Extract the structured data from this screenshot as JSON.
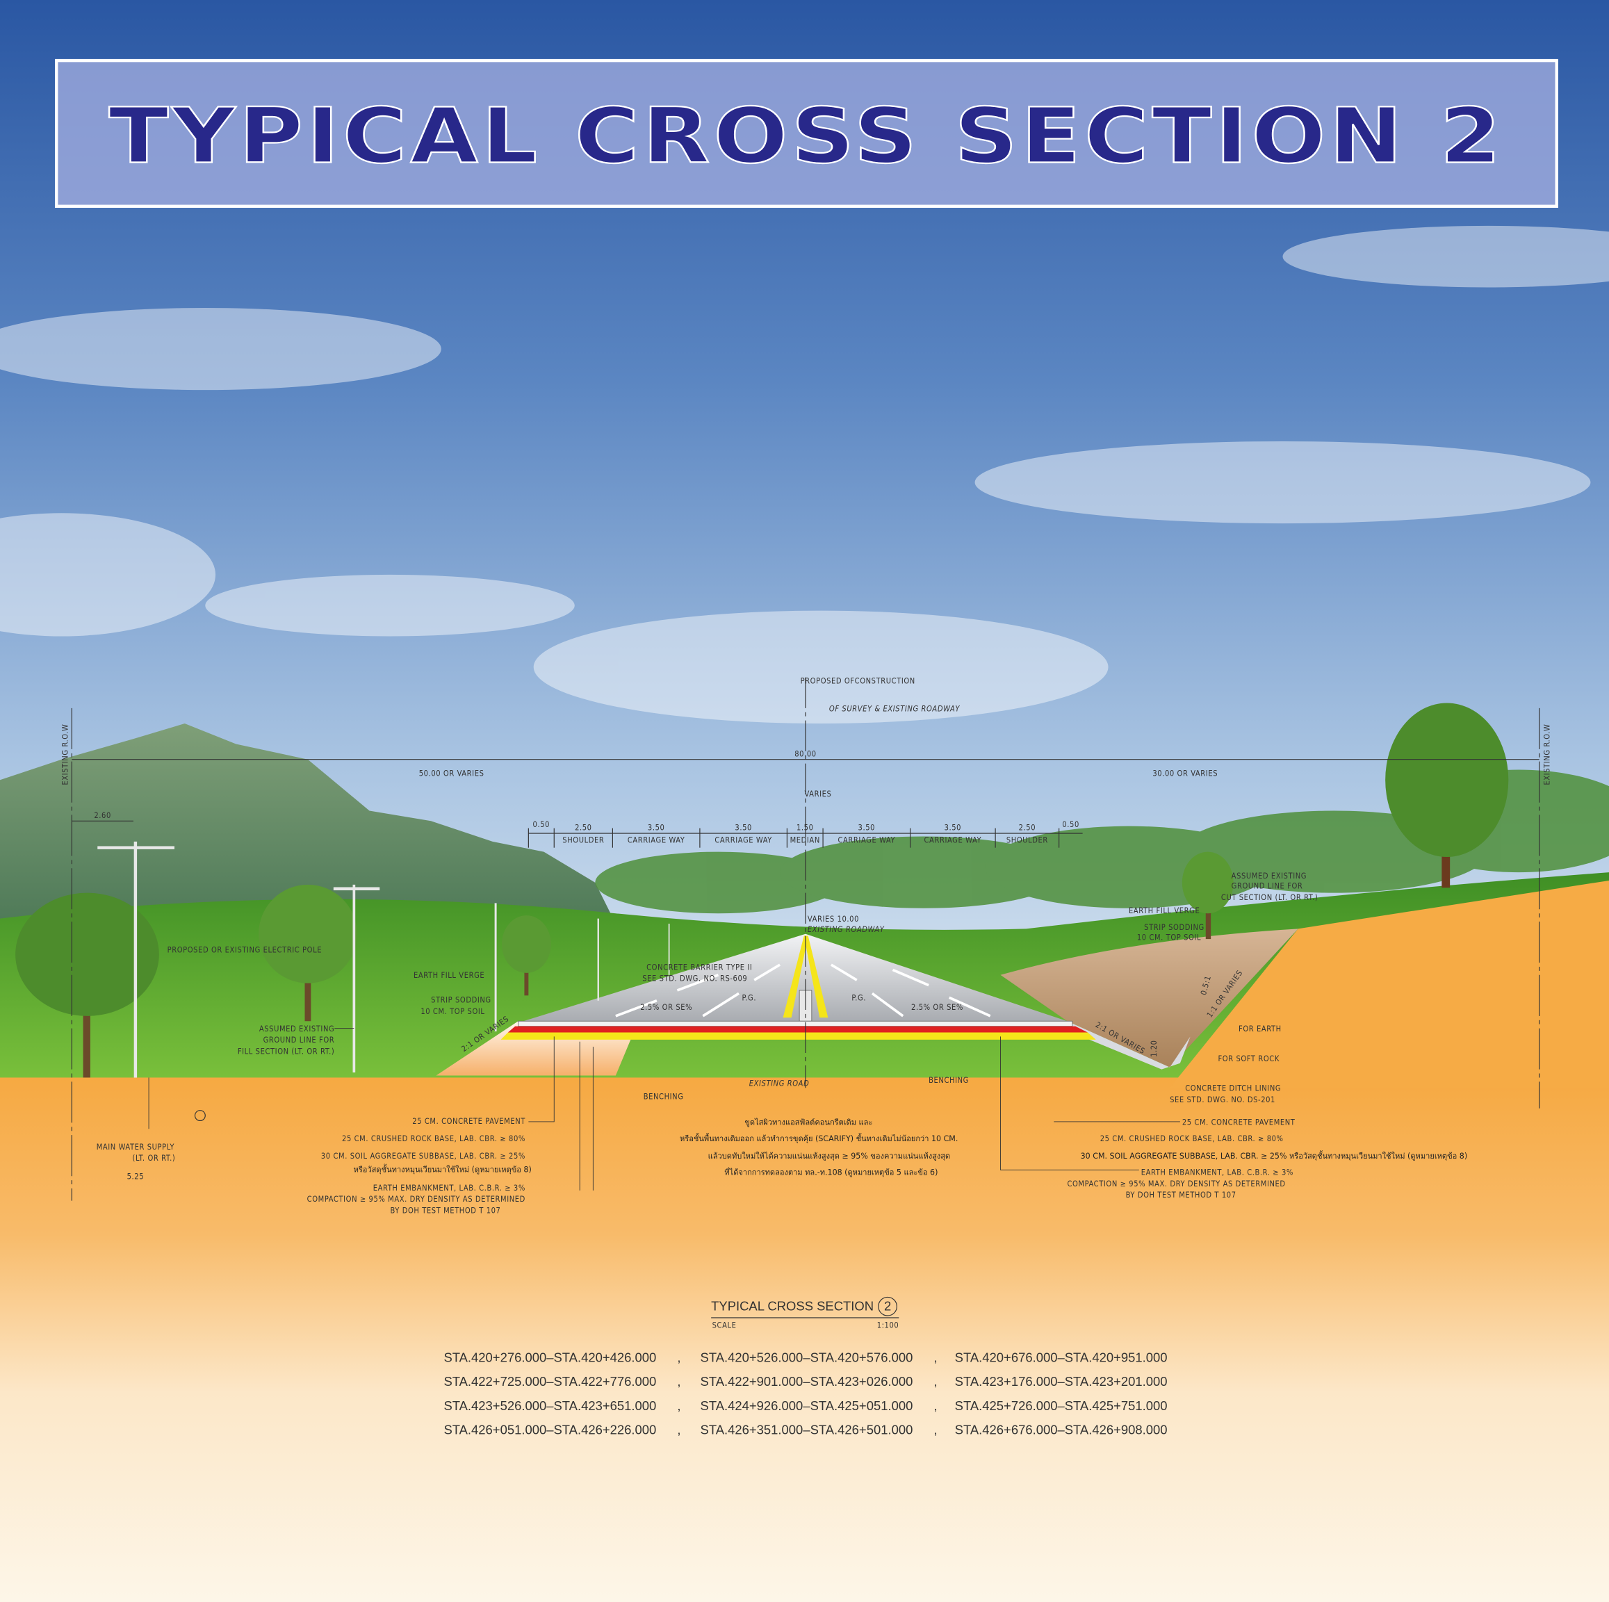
{
  "title": "TYPICAL CROSS SECTION 2",
  "colors": {
    "sky_top": "#2d5ca6",
    "sky_bottom": "#d6e4f0",
    "title_text": "#28288a",
    "ground": "#f6ab45",
    "cream": "#fdf6e8",
    "grass": "#4a9a2a",
    "asphalt": "#b9bcc0",
    "red_layer": "#e02020",
    "yellow_layer": "#f5e51a",
    "cut_soil": "#b8916a"
  },
  "centerline": {
    "proposed": "PROPOSED OFCONSTRUCTION",
    "survey": "OF SURVEY & EXISTING ROADWAY",
    "total_width": "80.00",
    "varies": "VARIES",
    "varies_existing": "VARIES 10.00",
    "existing_roadway": "EXISTING ROADWAY"
  },
  "row": {
    "left_label": "EXISTING R.O.W",
    "right_label": "EXISTING R.O.W",
    "left_width": "50.00 OR VARIES",
    "right_width": "30.00 OR VARIES",
    "pole_offset": "2.60"
  },
  "lanes": [
    {
      "width": "0.50",
      "label": ""
    },
    {
      "width": "2.50",
      "label": "SHOULDER"
    },
    {
      "width": "3.50",
      "label": "CARRIAGE WAY"
    },
    {
      "width": "3.50",
      "label": "CARRIAGE WAY"
    },
    {
      "width": "1.50",
      "label": "MEDIAN"
    },
    {
      "width": "3.50",
      "label": "CARRIAGE WAY"
    },
    {
      "width": "3.50",
      "label": "CARRIAGE WAY"
    },
    {
      "width": "2.50",
      "label": "SHOULDER"
    },
    {
      "width": "0.50",
      "label": ""
    }
  ],
  "left_notes": {
    "electric_pole": "PROPOSED OR EXISTING ELECTRIC POLE",
    "earth_fill": "EARTH FILL VERGE",
    "strip_sodding_1": "STRIP SODDING",
    "strip_sodding_2": "10 CM. TOP SOIL",
    "ground_1": "ASSUMED EXISTING",
    "ground_2": "GROUND LINE FOR",
    "ground_3": "FILL SECTION (LT. OR RT.)",
    "slope": "2:1 OR VARIES",
    "barrier_1": "CONCRETE BARRIER TYPE II",
    "barrier_2": "SEE STD. DWG. NO. RS-609",
    "pg_left": "P.G.",
    "pg_right": "P.G.",
    "crossfall_left": "2.5% OR SE%",
    "crossfall_right": "2.5% OR SE%",
    "benching_left": "BENCHING",
    "existing_road": "EXISTING ROAD",
    "benching_right": "BENCHING",
    "water_1": "MAIN WATER SUPPLY",
    "water_2": "(LT. OR RT.)",
    "water_dim": "5.25"
  },
  "right_notes": {
    "ground_1": "ASSUMED EXISTING",
    "ground_2": "GROUND LINE FOR",
    "ground_3": "CUT SECTION (LT. OR RT.)",
    "earth_fill": "EARTH FILL VERGE",
    "strip_sodding_1": "STRIP SODDING",
    "strip_sodding_2": "10 CM. TOP SOIL",
    "slope_cut_rock": "0.5:1",
    "slope_cut_earth": "1:1 OR VARIES",
    "slope_fill": "2:1 OR VARIES",
    "ditch_depth": "1.20",
    "for_earth": "FOR EARTH",
    "for_soft_rock": "FOR SOFT ROCK",
    "ditch_1": "CONCRETE DITCH LINING",
    "ditch_2": "SEE STD. DWG. NO. DS-201"
  },
  "pavement_left": [
    "25 CM. CONCRETE PAVEMENT",
    "25 CM. CRUSHED ROCK BASE, LAB. CBR. ≥ 80%",
    "30 CM. SOIL AGGREGATE SUBBASE, LAB. CBR. ≥ 25%",
    "หรือวัสดุชั้นทางหมุนเวียนมาใช้ใหม่ (ดูหมายเหตุข้อ 8)",
    "EARTH EMBANKMENT, LAB. C.B.R. ≥ 3%",
    "COMPACTION ≥ 95% MAX. DRY DENSITY AS DETERMINED",
    "BY DOH TEST METHOD T 107"
  ],
  "pavement_center": [
    "ขูดไสผิวทางแอสฟัลต์คอนกรีตเดิม และ",
    "หรือชั้นพื้นทางเดิมออก แล้วทำการขุดคุ้ย (SCARIFY) ชั้นทางเดิมไม่น้อยกว่า 10 CM.",
    "แล้วบดทับใหม่ให้ได้ความแน่นแห้งสูงสุด ≥ 95% ของความแน่นแห้งสูงสุด",
    "ที่ได้จากการทดลองตาม ทล.-ท.108 (ดูหมายเหตุข้อ 5 และข้อ 6)"
  ],
  "pavement_right": [
    "25 CM. CONCRETE PAVEMENT",
    "25 CM. CRUSHED ROCK BASE, LAB. CBR. ≥ 80%",
    "30 CM. SOIL AGGREGATE SUBBASE, LAB. CBR. ≥ 25% หรือวัสดุชั้นทางหมุนเวียนมาใช้ใหม่ (ดูหมายเหตุข้อ 8)",
    "EARTH EMBANKMENT, LAB. C.B.R. ≥ 3%",
    "COMPACTION ≥ 95% MAX. DRY DENSITY AS DETERMINED",
    "BY DOH TEST METHOD T 107"
  ],
  "caption": {
    "title": "TYPICAL CROSS SECTION",
    "number": "2",
    "scale_label": "SCALE",
    "scale": "1:100"
  },
  "stations": [
    [
      "STA.420+276.000–STA.420+426.000",
      "STA.420+526.000–STA.420+576.000",
      "STA.420+676.000–STA.420+951.000"
    ],
    [
      "STA.422+725.000–STA.422+776.000",
      "STA.422+901.000–STA.423+026.000",
      "STA.423+176.000–STA.423+201.000"
    ],
    [
      "STA.423+526.000–STA.423+651.000",
      "STA.424+926.000–STA.425+051.000",
      "STA.425+726.000–STA.425+751.000"
    ],
    [
      "STA.426+051.000–STA.426+226.000",
      "STA.426+351.000–STA.426+501.000",
      "STA.426+676.000–STA.426+908.000"
    ]
  ]
}
